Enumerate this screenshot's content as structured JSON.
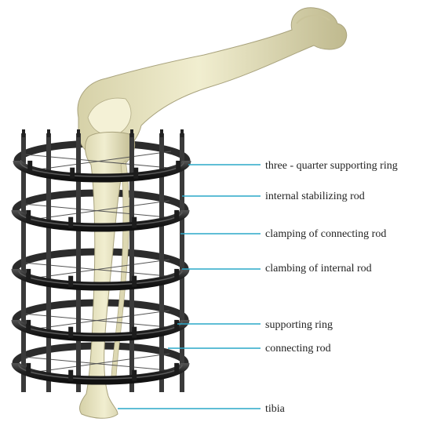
{
  "labels": [
    "three - quarter supporting ring",
    "internal stabilizing rod",
    "clamping of connecting rod",
    "clambing of internal rod",
    "supporting ring",
    "connecting rod",
    "tibia"
  ],
  "colors": {
    "bone": "#ebe8c4",
    "bone_shadow": "#c9c39a",
    "bone_outline": "#a8a27c",
    "ring": "#2b2b2b",
    "ring_highlight": "#5a5a5a",
    "rod": "#3a3a3a",
    "leader": "#2aa8c8",
    "text": "#222222"
  }
}
